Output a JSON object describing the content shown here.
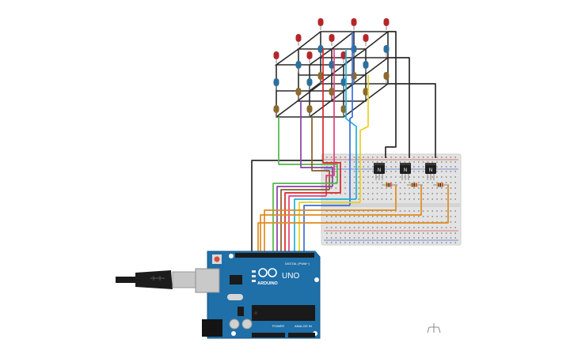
{
  "board": {
    "brand_text": "ARDUINO",
    "model_text": "UNO",
    "digital_header_text": "DIGITAL (PWM~)",
    "power_header_text": "POWER",
    "analog_header_text": "ANALOG IN"
  },
  "transistors": [
    {
      "label": "N"
    },
    {
      "label": "N"
    },
    {
      "label": "N"
    }
  ],
  "colors": {
    "board_blue": "#1f6fa8",
    "breadboard": "#e3e3e3",
    "led_red": "#b5262a",
    "led_blue": "#2c6f9e",
    "led_amber": "#8b6a2e",
    "cube_frame": "#2b2b2b",
    "wire_black": "#2b2b2b",
    "wire_orange": "#e08a1e",
    "wire_green": "#52b848",
    "wire_purple": "#8a3fa8",
    "wire_brown": "#8a5a2b",
    "wire_red": "#d8262c",
    "wire_pink": "#e0407a",
    "wire_cyan": "#1fb0d8",
    "wire_yellow": "#e8d020",
    "wire_blue": "#3a6fd8"
  }
}
